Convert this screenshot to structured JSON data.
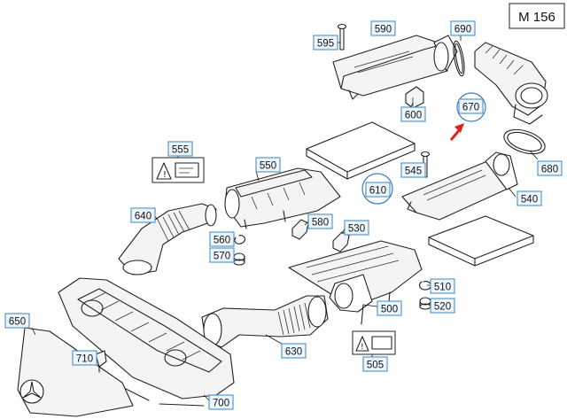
{
  "engine_code": "M 156",
  "parts": [
    {
      "id": "p590",
      "number": "590"
    },
    {
      "id": "p690",
      "number": "690"
    },
    {
      "id": "p595",
      "number": "595"
    },
    {
      "id": "p600",
      "number": "600"
    },
    {
      "id": "p670",
      "number": "670"
    },
    {
      "id": "p680",
      "number": "680"
    },
    {
      "id": "p555",
      "number": "555"
    },
    {
      "id": "p550",
      "number": "550"
    },
    {
      "id": "p545",
      "number": "545"
    },
    {
      "id": "p610",
      "number": "610"
    },
    {
      "id": "p540",
      "number": "540"
    },
    {
      "id": "p640",
      "number": "640"
    },
    {
      "id": "p580",
      "number": "580"
    },
    {
      "id": "p530",
      "number": "530"
    },
    {
      "id": "p560",
      "number": "560"
    },
    {
      "id": "p570",
      "number": "570"
    },
    {
      "id": "p510",
      "number": "510"
    },
    {
      "id": "p520",
      "number": "520"
    },
    {
      "id": "p500",
      "number": "500"
    },
    {
      "id": "p650",
      "number": "650"
    },
    {
      "id": "p710",
      "number": "710"
    },
    {
      "id": "p630",
      "number": "630"
    },
    {
      "id": "p505",
      "number": "505"
    },
    {
      "id": "p700",
      "number": "700"
    }
  ],
  "colors": {
    "callout_border": "#4a90c8",
    "callout_fill": "#eef6fd",
    "highlight_arrow": "#e02020",
    "highlight_circle": "#3a7cc0"
  }
}
